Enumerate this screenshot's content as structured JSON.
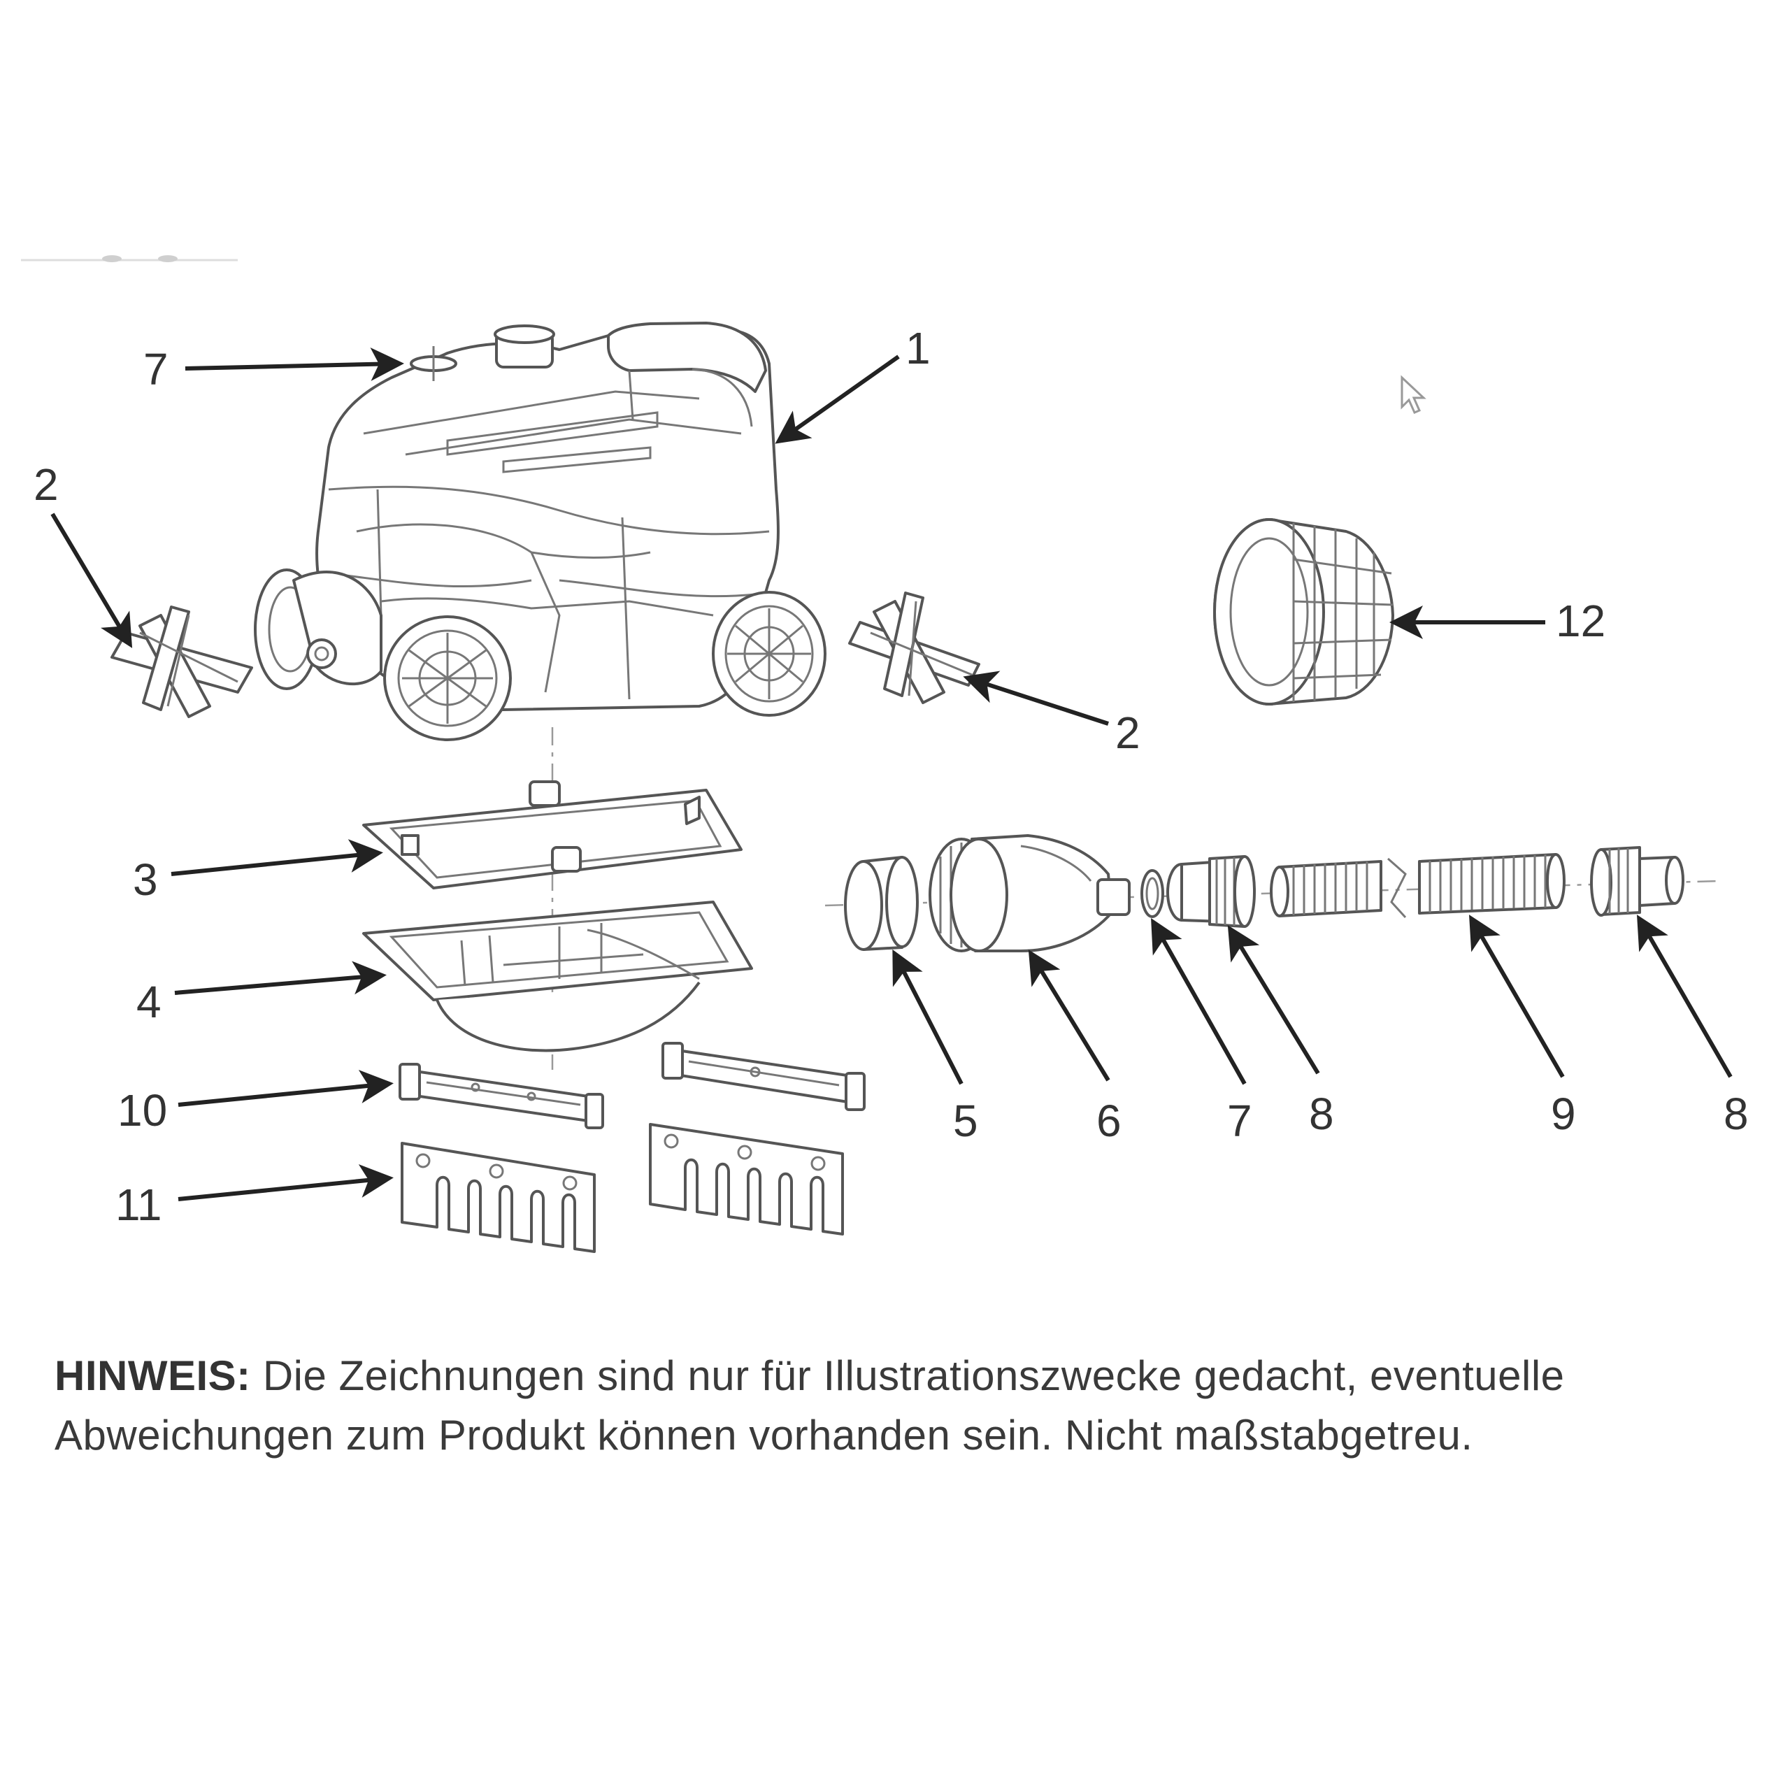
{
  "callouts": {
    "c1": "1",
    "c2a": "2",
    "c2b": "2",
    "c3": "3",
    "c4": "4",
    "c5": "5",
    "c6": "6",
    "c7a": "7",
    "c7b": "7",
    "c8a": "8",
    "c8b": "8",
    "c9": "9",
    "c10": "10",
    "c11": "11",
    "c12": "12"
  },
  "note": {
    "label": "HINWEIS:",
    "text": "Die Zeichnungen sind nur für Illustrationszwecke gedacht, eventuelle Abweichungen zum Produkt können vorhanden sein. Nicht maßstabgetreu."
  }
}
